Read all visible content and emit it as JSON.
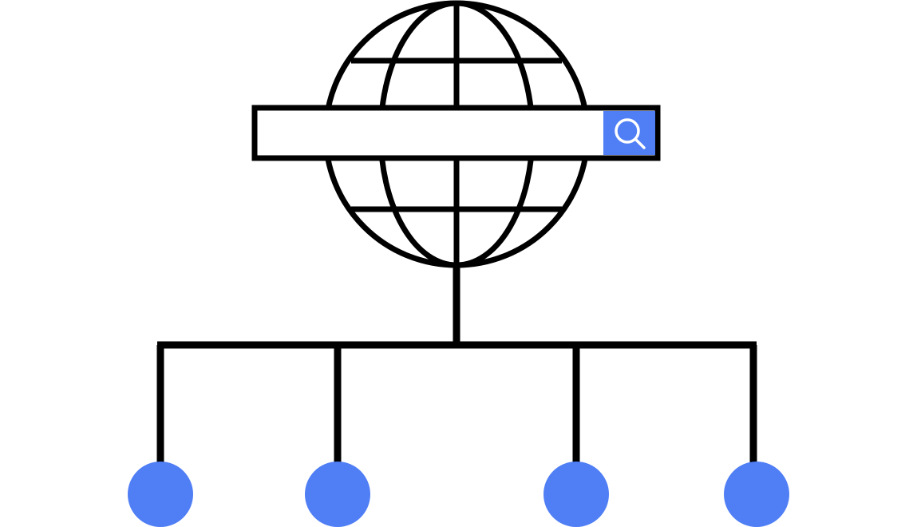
{
  "diagram": {
    "type": "web-search-network-illustration",
    "globe": {
      "icon": "globe-icon",
      "stroke_color": "#000000"
    },
    "search_bar": {
      "value": "",
      "placeholder": "",
      "button_icon": "search-icon",
      "button_color": "#4F7EF5",
      "field_color": "#FFFFFF",
      "border_color": "#000000"
    },
    "network": {
      "line_color": "#000000",
      "node_color": "#4F7EF5",
      "node_count": 4,
      "nodes": [
        {
          "name": "node-1"
        },
        {
          "name": "node-2"
        },
        {
          "name": "node-3"
        },
        {
          "name": "node-4"
        }
      ]
    }
  }
}
